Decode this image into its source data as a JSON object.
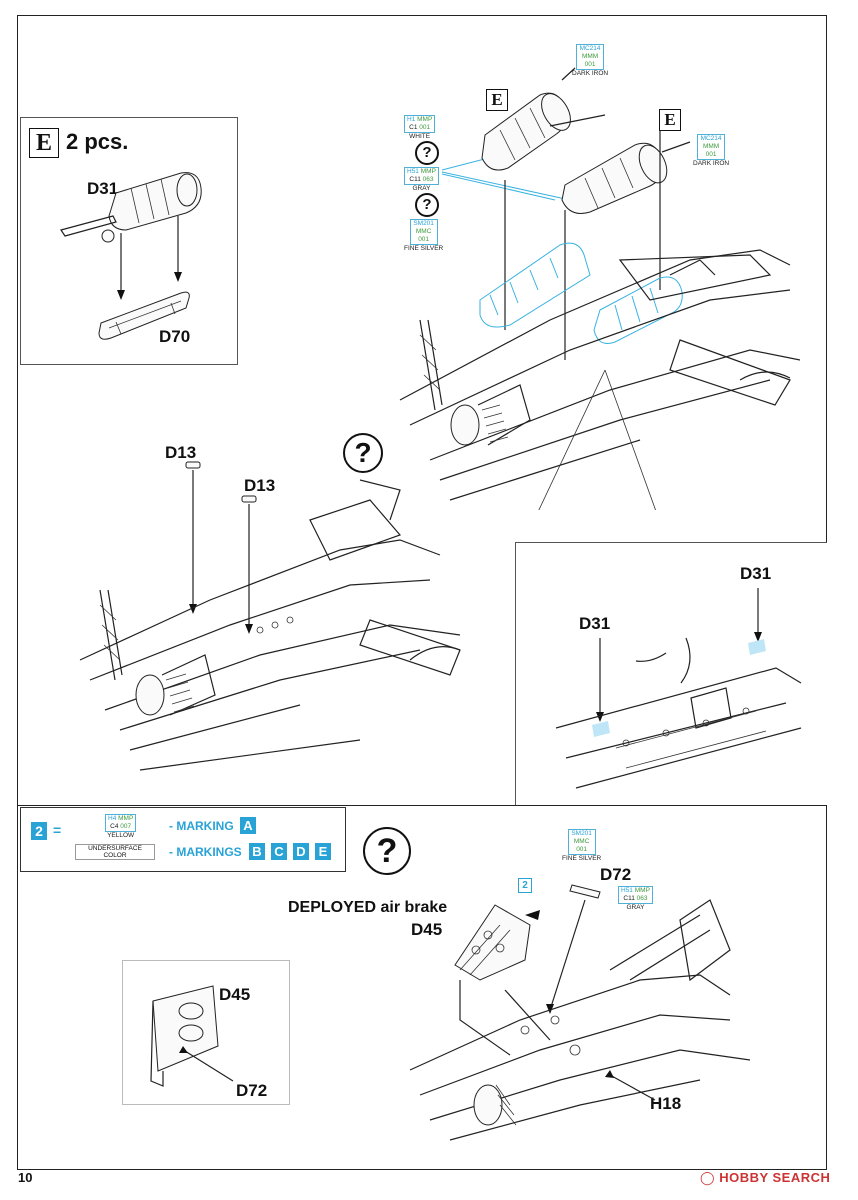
{
  "page_number": "10",
  "watermark": "HOBBY SEARCH",
  "box_e": {
    "letter": "E",
    "count_label": "2 pcs.",
    "part_a": "D31",
    "part_b": "D70"
  },
  "step_top": {
    "e_label_1": "E",
    "e_label_2": "E",
    "paint_chips": [
      {
        "codes": [
          "MC214",
          "MMM",
          "001"
        ],
        "name": "DARK IRON"
      },
      {
        "codes": [
          "H1",
          "C1",
          "MMP",
          "001"
        ],
        "name": "WHITE"
      },
      {
        "codes": [
          "H51",
          "MMP",
          "C11",
          "063"
        ],
        "name": "GRAY"
      },
      {
        "codes": [
          "SM201",
          "MMC",
          "001"
        ],
        "name": "FINE SILVER"
      },
      {
        "codes": [
          "MC214",
          "MMM",
          "001"
        ],
        "name": "DARK IRON"
      }
    ],
    "question_marks": [
      "?",
      "?"
    ]
  },
  "step_mid": {
    "question_mark": "?",
    "part_1": "D13",
    "part_2": "D13"
  },
  "detail_inset": {
    "part_left": "D31",
    "part_right": "D31"
  },
  "legend": {
    "step_number": "2",
    "equals": "=",
    "chip_codes": [
      "H4",
      "MMP",
      "C4",
      "007"
    ],
    "chip_name": "YELLOW",
    "undersurface": "UNDERSURFACE COLOR",
    "marking_label": "- MARKING",
    "marking_letter": "A",
    "markings_label": "- MARKINGS",
    "markings_letters": [
      "B",
      "C",
      "D",
      "E"
    ]
  },
  "step_bottom": {
    "question_mark": "?",
    "chip_silver": {
      "codes": [
        "SM201",
        "MMC",
        "001"
      ],
      "name": "FINE SILVER"
    },
    "part_d72": "D72",
    "chip_gray": {
      "codes": [
        "H51",
        "MMP",
        "C11",
        "063"
      ],
      "name": "GRAY"
    },
    "step_ref": "2",
    "deployed_bold": "DEPLOYED",
    "deployed_rest": "air brake",
    "part_d45": "D45",
    "part_h18": "H18",
    "inset_d45": "D45",
    "inset_d72": "D72"
  }
}
